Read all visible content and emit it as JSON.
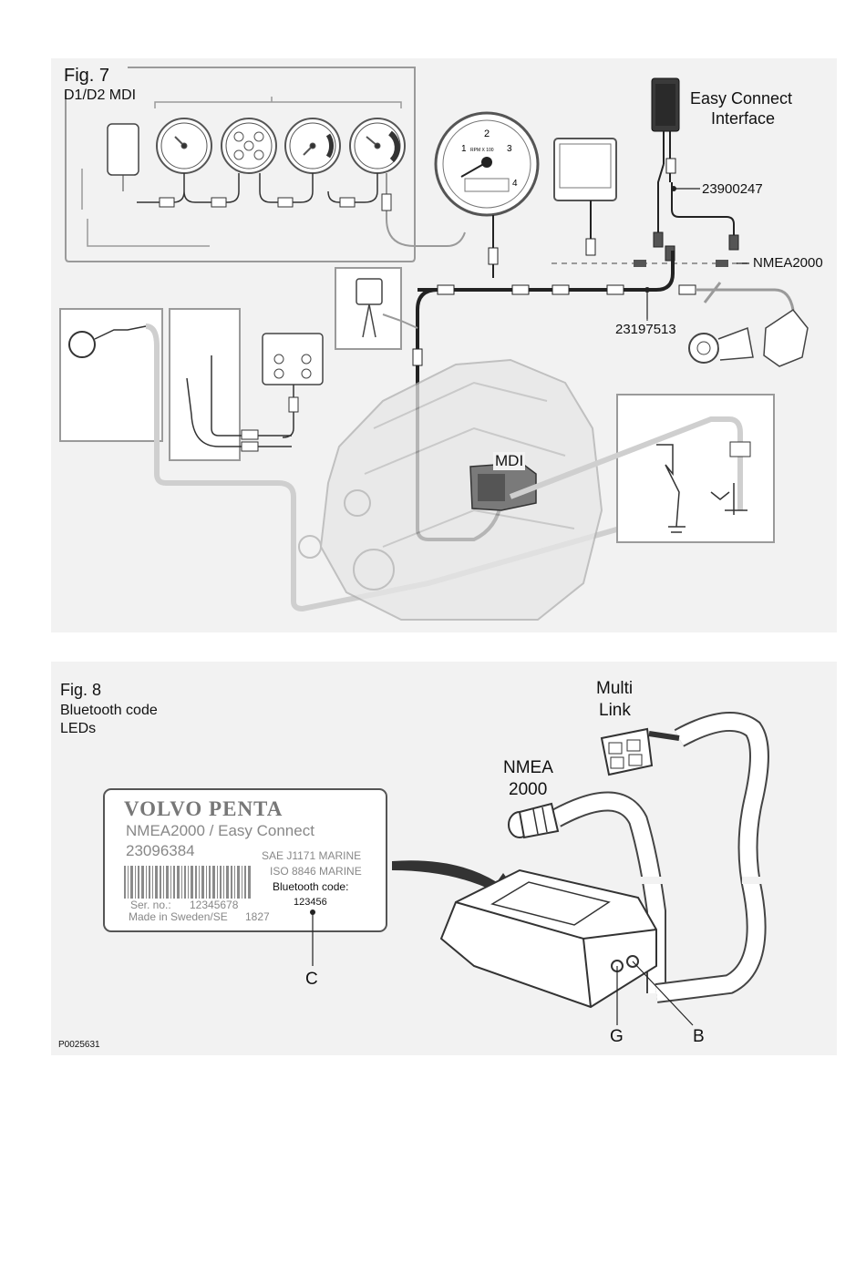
{
  "fig7": {
    "title": "Fig. 7",
    "subtitle": "D1/D2 MDI",
    "labels": {
      "eci_line1": "Easy Connect",
      "eci_line2": "Interface",
      "part_a": "23900247",
      "nmea": "NMEA2000",
      "part_b": "23197513",
      "mdi": "MDI"
    },
    "tacho": {
      "n1": "1",
      "n2": "2",
      "n3": "3",
      "n4": "4",
      "unit": "RPM X 100"
    }
  },
  "fig8": {
    "title": "Fig. 8",
    "subtitle_line1": "Bluetooth code",
    "subtitle_line2": "LEDs",
    "connector_multilink_1": "Multi",
    "connector_multilink_2": "Link",
    "connector_nmea_1": "NMEA",
    "connector_nmea_2": "2000",
    "label": {
      "brand": "VOLVO PENTA",
      "product": "NMEA2000 / Easy Connect",
      "part_no": "23096384",
      "std1": "SAE J1171 MARINE",
      "std2": "ISO 8846 MARINE",
      "bt_title": "Bluetooth code:",
      "bt_code": "123456",
      "serial_label": "Ser. no.:",
      "serial_value": "12345678",
      "made_in": "Made in Sweden/SE",
      "date_code": "1827"
    },
    "callouts": {
      "c": "C",
      "g": "G",
      "b": "B"
    }
  },
  "footer": {
    "doc_id": "P0025631"
  },
  "colors": {
    "panel": "#f2f2f2",
    "line": "#222222",
    "grey": "#9a9a9a",
    "cable": "#cfcfcf"
  }
}
